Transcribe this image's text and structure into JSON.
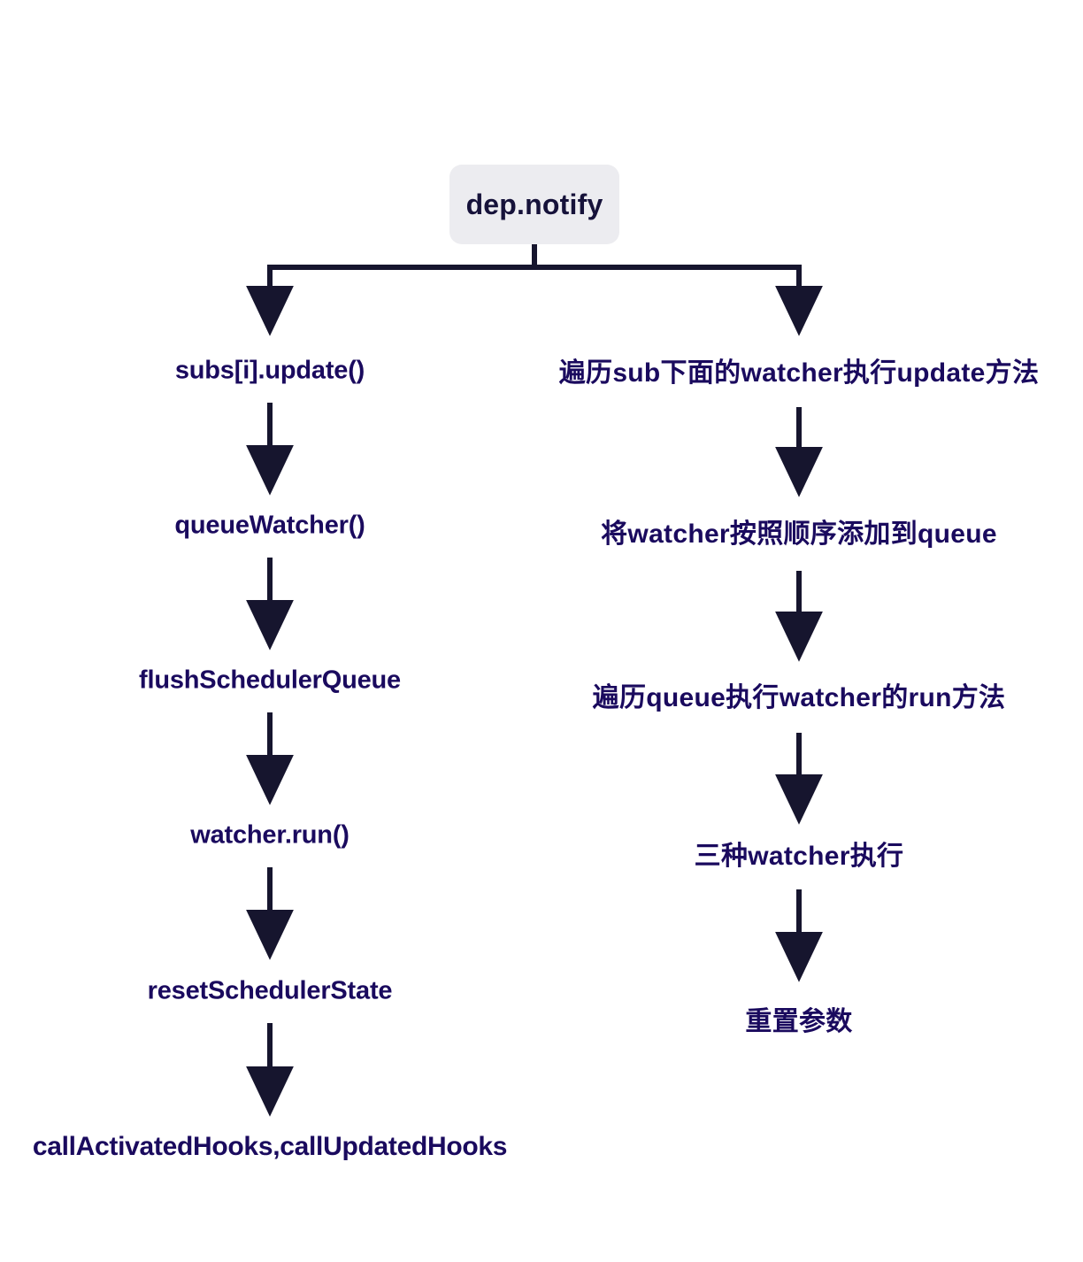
{
  "diagram": {
    "title_node": {
      "label": "dep.notify"
    },
    "left_column": [
      {
        "id": "subs-update",
        "label": "subs[i].update()"
      },
      {
        "id": "queue-watcher",
        "label": "queueWatcher()"
      },
      {
        "id": "flush-queue",
        "label": "flushSchedulerQueue"
      },
      {
        "id": "watcher-run",
        "label": "watcher.run()"
      },
      {
        "id": "reset-state",
        "label": "resetSchedulerState"
      },
      {
        "id": "call-hooks",
        "label": "callActivatedHooks,callUpdatedHooks"
      }
    ],
    "right_column": [
      {
        "id": "traverse-sub",
        "label": "遍历sub下面的watcher执行update方法"
      },
      {
        "id": "add-to-queue",
        "label": "将watcher按照顺序添加到queue"
      },
      {
        "id": "traverse-queue",
        "label": "遍历queue执行watcher的run方法"
      },
      {
        "id": "three-watchers",
        "label": "三种watcher执行"
      },
      {
        "id": "reset-params",
        "label": "重置参数"
      }
    ],
    "colors": {
      "background": "#ffffff",
      "root_box_fill": "#ececf0",
      "root_text": "#16123a",
      "node_text": "#1a0a5e",
      "arrow": "#16152e"
    }
  }
}
